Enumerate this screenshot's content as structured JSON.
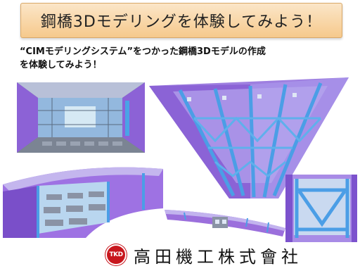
{
  "title": "鋼橋3Dモデリングを体験してみよう！",
  "intro": {
    "line1": "“CIMモデリングシステム”をつかった鋼橋3Dモデルの作成",
    "line2": "を体験してみよう！"
  },
  "images": [
    {
      "name": "girder-interior-view"
    },
    {
      "name": "steel-bridge-underside-view"
    },
    {
      "name": "curved-box-girder-view"
    },
    {
      "name": "deck-segment-view"
    },
    {
      "name": "cross-frame-closeup-view"
    }
  ],
  "footer": {
    "logo_text": "TKD",
    "company_name": "高田機工株式會社",
    "logo_color": "#c8161d"
  },
  "colors": {
    "banner": "#f6c98c",
    "model_purple": "#9b5de5",
    "model_blue": "#5fa8e8",
    "model_gray": "#8a93a5"
  }
}
